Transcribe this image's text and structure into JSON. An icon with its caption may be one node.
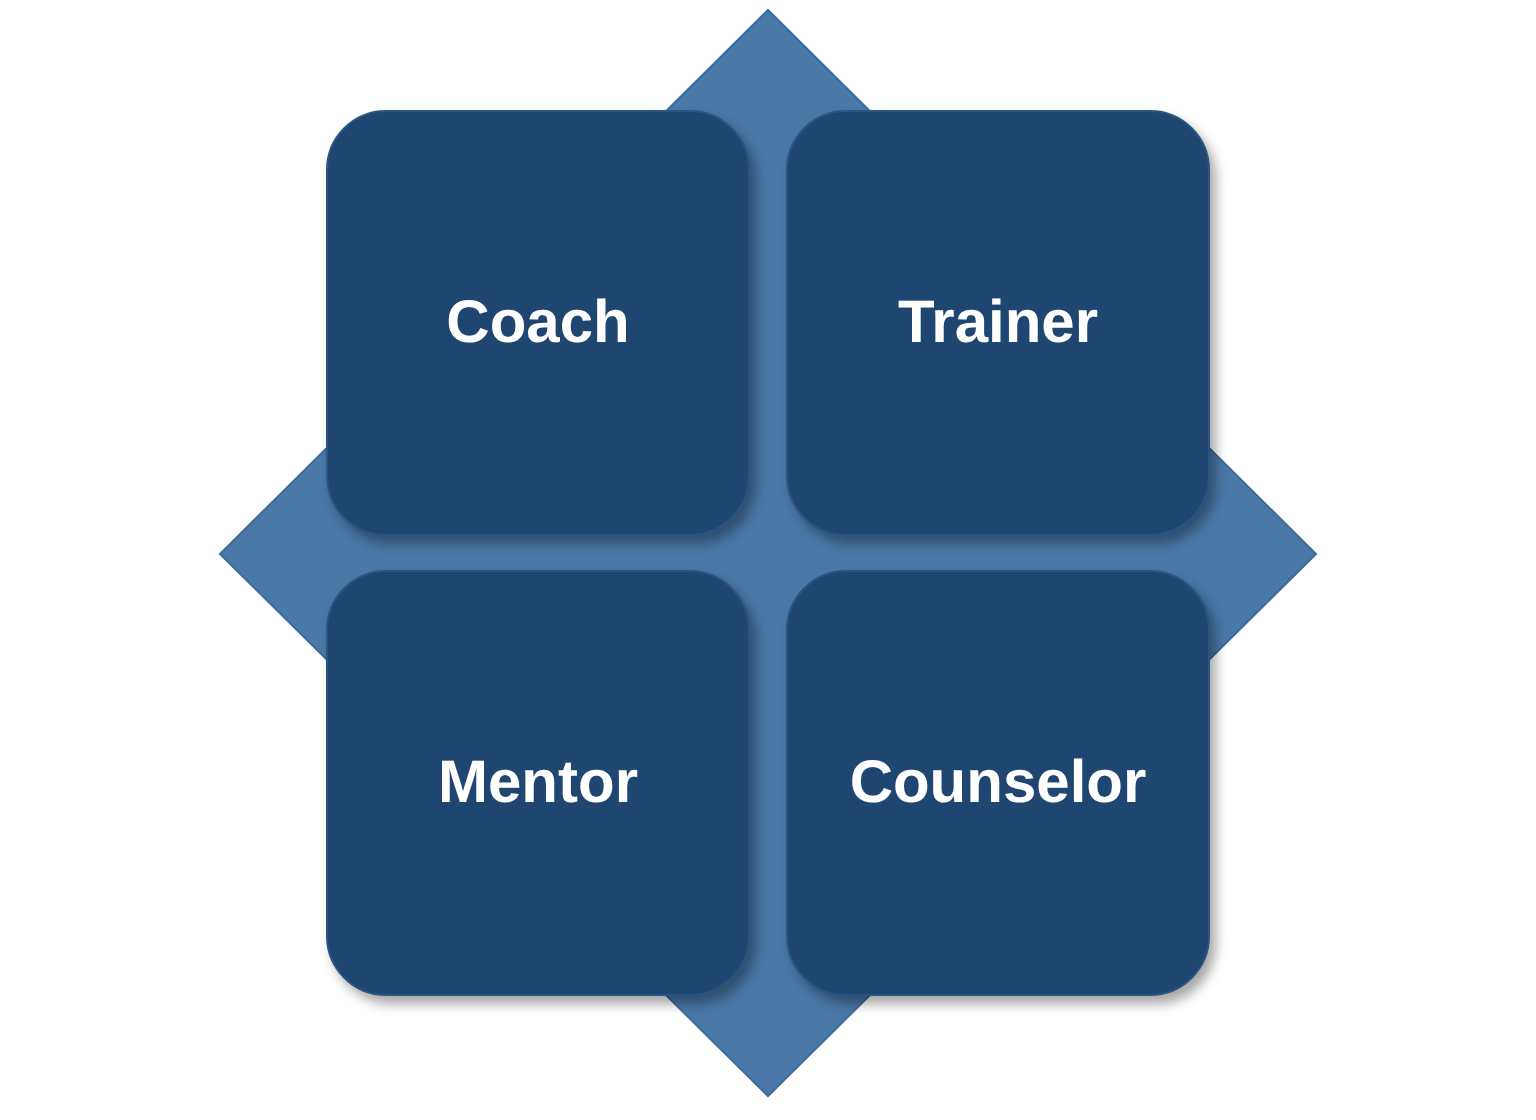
{
  "diagram": {
    "nodes": [
      {
        "text": [
          "Coach"
        ]
      },
      {
        "text": [
          "Trainer"
        ]
      },
      {
        "text": [
          "Mentor"
        ]
      },
      {
        "text": [
          "Counselor"
        ]
      }
    ],
    "edges": []
  }
}
